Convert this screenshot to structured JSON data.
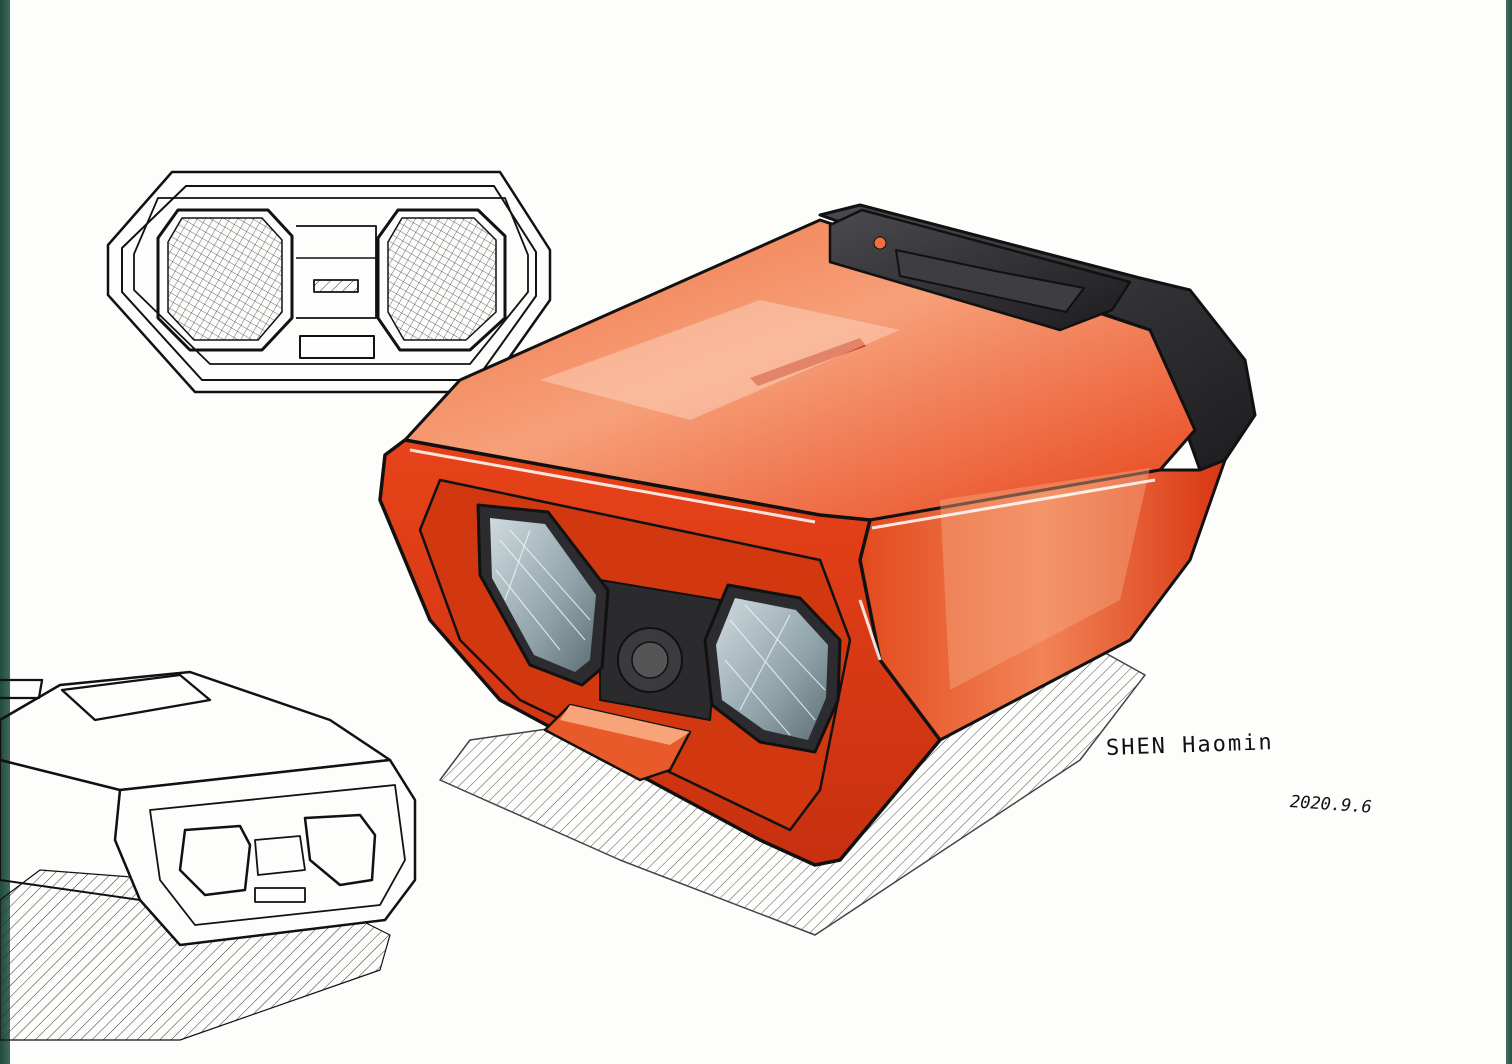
{
  "signature": {
    "name": "SHEN Haomin",
    "date": "2020.9.6"
  },
  "colors": {
    "body_orange": "#e8431a",
    "highlight_orange": "#f6a07a",
    "dark_cap": "#2a2a2c",
    "lens_gray": "#8fa3a9",
    "ink": "#111111"
  },
  "icons": {
    "front_sketch": "line-sketch-front-view",
    "main_render": "marker-render-orange-device",
    "perspective_sketch": "line-sketch-perspective-view"
  }
}
